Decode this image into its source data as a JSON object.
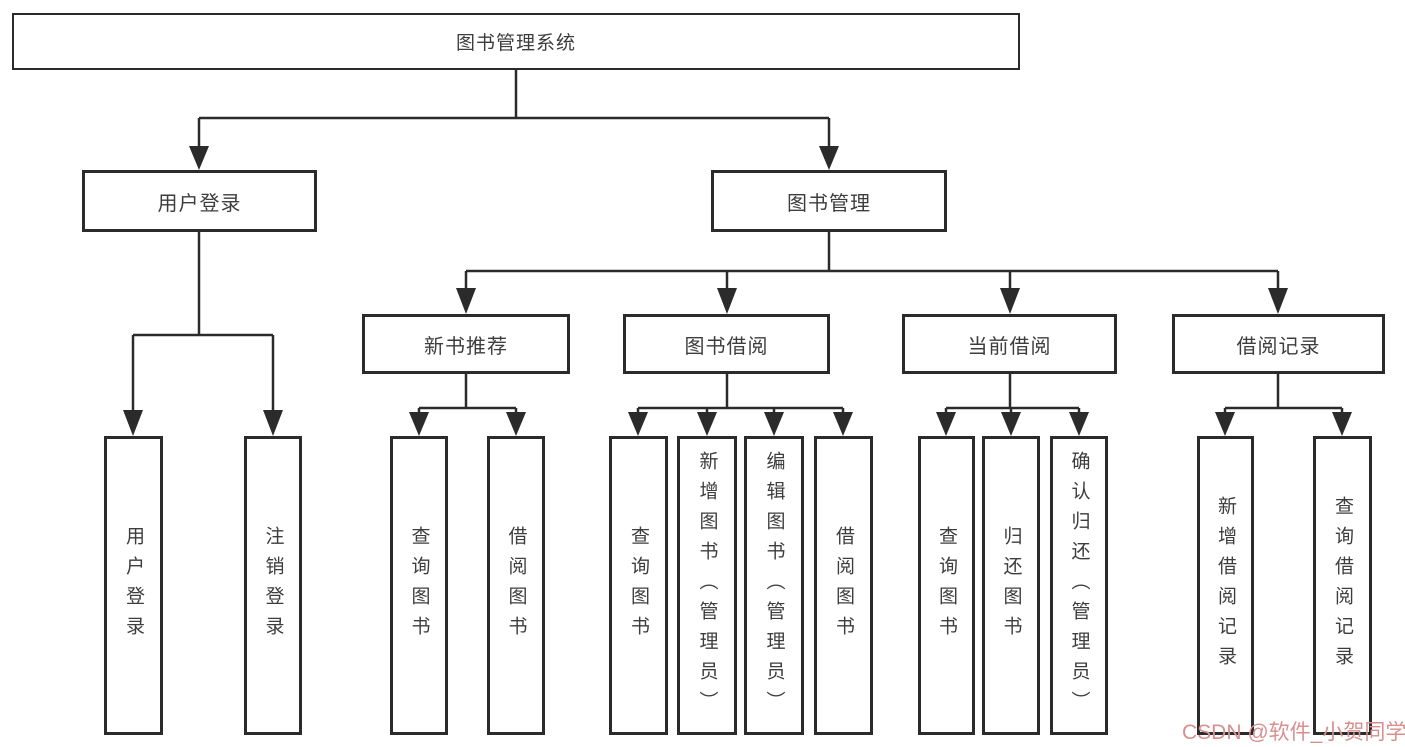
{
  "diagram": {
    "root": {
      "label": "图书管理系统"
    },
    "level2": [
      {
        "id": "user-login",
        "label": "用户登录",
        "parent": "图书管理系统"
      },
      {
        "id": "book-management",
        "label": "图书管理",
        "parent": "图书管理系统"
      }
    ],
    "level3": [
      {
        "id": "new-book-recommend",
        "label": "新书推荐",
        "parent": "图书管理"
      },
      {
        "id": "book-borrowing",
        "label": "图书借阅",
        "parent": "图书管理"
      },
      {
        "id": "current-borrowing",
        "label": "当前借阅",
        "parent": "图书管理"
      },
      {
        "id": "borrowing-records",
        "label": "借阅记录",
        "parent": "图书管理"
      }
    ],
    "leaves": [
      {
        "id": "leaf-user-login",
        "label": "用户登录",
        "parent": "用户登录"
      },
      {
        "id": "leaf-logout",
        "label": "注销登录",
        "parent": "用户登录"
      },
      {
        "id": "leaf-query-books-recommend",
        "label": "查询图书",
        "parent": "新书推荐"
      },
      {
        "id": "leaf-borrow-books-recommend",
        "label": "借阅图书",
        "parent": "新书推荐"
      },
      {
        "id": "leaf-query-books-borrowing",
        "label": "查询图书",
        "parent": "图书借阅"
      },
      {
        "id": "leaf-add-book-admin",
        "label": "新增图书（管理员）",
        "parent": "图书借阅"
      },
      {
        "id": "leaf-edit-book-admin",
        "label": "编辑图书（管理员）",
        "parent": "图书借阅"
      },
      {
        "id": "leaf-borrow-books-borrowing",
        "label": "借阅图书",
        "parent": "图书借阅"
      },
      {
        "id": "leaf-query-books-current",
        "label": "查询图书",
        "parent": "当前借阅"
      },
      {
        "id": "leaf-return-books",
        "label": "归还图书",
        "parent": "当前借阅"
      },
      {
        "id": "leaf-confirm-return-admin",
        "label": "确认归还（管理员）",
        "parent": "当前借阅"
      },
      {
        "id": "leaf-add-borrow-record",
        "label": "新增借阅记录",
        "parent": "借阅记录"
      },
      {
        "id": "leaf-query-borrow-record",
        "label": "查询借阅记录",
        "parent": "借阅记录"
      }
    ]
  },
  "watermark": {
    "text": "CSDN @软件_小贺同学"
  },
  "colors": {
    "line": "#2b2b2b",
    "text": "#3d3d3d",
    "background": "#ffffff",
    "watermark": "#d98f8f"
  }
}
